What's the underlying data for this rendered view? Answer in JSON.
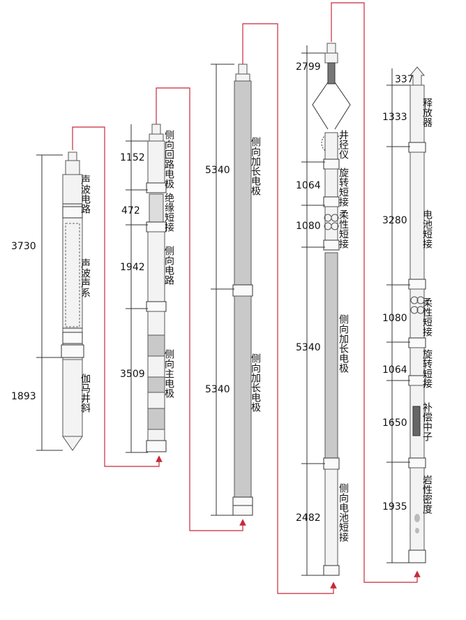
{
  "tool1": {
    "dims": [
      "3730",
      "1893"
    ],
    "labels": [
      "声波电路",
      "声波声系",
      "伽马井斜"
    ]
  },
  "tool2": {
    "dims": [
      "1152",
      "472",
      "1942",
      "3509"
    ],
    "labels": [
      "侧向回路电极",
      "绝缘短接",
      "侧向电路",
      "侧向主电极"
    ]
  },
  "tool3": {
    "dims": [
      "5340",
      "5340"
    ],
    "labels": [
      "侧向加长电极",
      "侧向加长电极"
    ]
  },
  "tool4": {
    "dims": [
      "2799",
      "1064",
      "1080",
      "5340",
      "2482"
    ],
    "labels": [
      "井径仪",
      "旋转短接",
      "柔性短接",
      "侧向加长电极",
      "侧向电池短接"
    ]
  },
  "tool5": {
    "dims": [
      "337",
      "1333",
      "3280",
      "1080",
      "1064",
      "1650",
      "1935"
    ],
    "labels": [
      "释放器",
      "电池短接",
      "柔性短接",
      "旋转短接",
      "补偿中子",
      "岩性密度"
    ]
  },
  "colors": {
    "connector": "#c8283c",
    "body": "#f3f3f3",
    "electrode": "#c9c9c9"
  }
}
